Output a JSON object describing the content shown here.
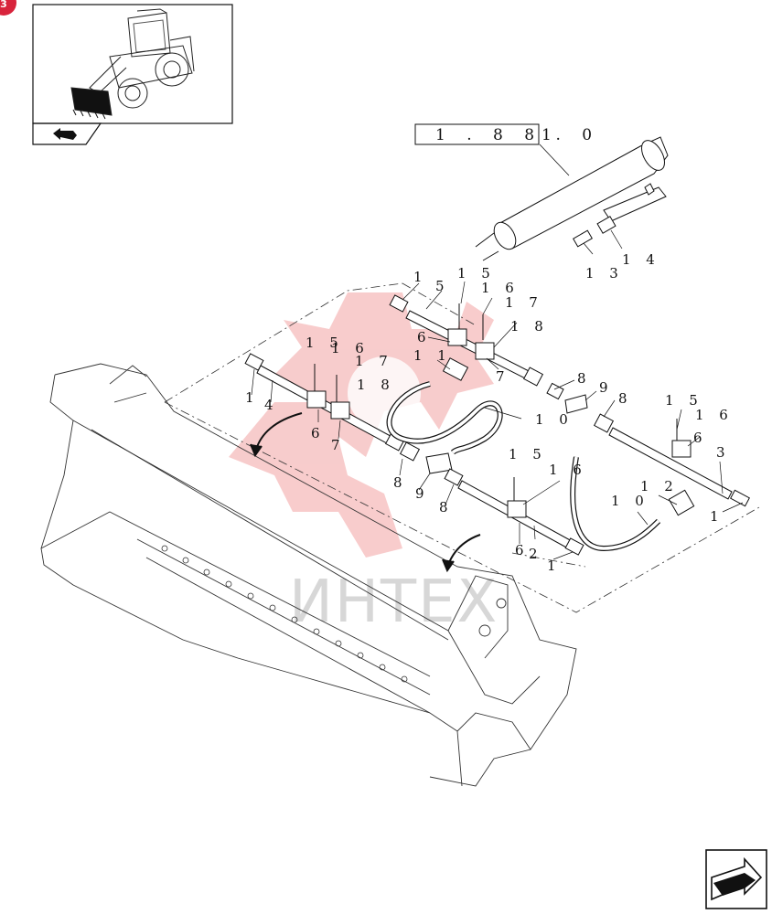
{
  "page_marker": "3",
  "reference_box": {
    "label": "1 . 8 8 . 0",
    "index": "1"
  },
  "watermark": "ИНТЕХ",
  "colors": {
    "line": "#111111",
    "watermark_logo": "#f2a3a3",
    "watermark_text": "#d7d7d7",
    "badge": "#d8243c"
  },
  "icons": {
    "thumbnail": "wheel-loader-thumbnail",
    "back": "back-arrow-icon",
    "next": "next-page-arrow-icon"
  },
  "callouts": [
    {
      "id": "c1a",
      "text": "1"
    },
    {
      "id": "c15a",
      "text": "1 5"
    },
    {
      "id": "c5a",
      "text": "5"
    },
    {
      "id": "c16a",
      "text": "1 6"
    },
    {
      "id": "c17a",
      "text": "1 7"
    },
    {
      "id": "c18a",
      "text": "1 8"
    },
    {
      "id": "c6a",
      "text": "6"
    },
    {
      "id": "c11",
      "text": "1 1"
    },
    {
      "id": "c7a",
      "text": "7"
    },
    {
      "id": "c15b",
      "text": "1 5"
    },
    {
      "id": "c16b",
      "text": "1 6"
    },
    {
      "id": "c17b",
      "text": "1 7"
    },
    {
      "id": "c18b",
      "text": "1 8"
    },
    {
      "id": "c1b",
      "text": "1"
    },
    {
      "id": "c4",
      "text": "4"
    },
    {
      "id": "c6b",
      "text": "6"
    },
    {
      "id": "c7b",
      "text": "7"
    },
    {
      "id": "c8a",
      "text": "8"
    },
    {
      "id": "c9a",
      "text": "9"
    },
    {
      "id": "c8b",
      "text": "8"
    },
    {
      "id": "c10a",
      "text": "1 0"
    },
    {
      "id": "c8c",
      "text": "8"
    },
    {
      "id": "c9b",
      "text": "9"
    },
    {
      "id": "c8d",
      "text": "8"
    },
    {
      "id": "c15c",
      "text": "1 5"
    },
    {
      "id": "c16c",
      "text": "1 6"
    },
    {
      "id": "c6c",
      "text": "6"
    },
    {
      "id": "c3",
      "text": "3"
    },
    {
      "id": "c1c",
      "text": "1"
    },
    {
      "id": "c15d",
      "text": "1 5"
    },
    {
      "id": "c16d",
      "text": "1 6"
    },
    {
      "id": "c12",
      "text": "1 2"
    },
    {
      "id": "c10b",
      "text": "1 0"
    },
    {
      "id": "c6d",
      "text": "6"
    },
    {
      "id": "c2",
      "text": "2"
    },
    {
      "id": "c1d",
      "text": "1"
    },
    {
      "id": "c13",
      "text": "1 3"
    },
    {
      "id": "c14",
      "text": "1 4"
    }
  ]
}
